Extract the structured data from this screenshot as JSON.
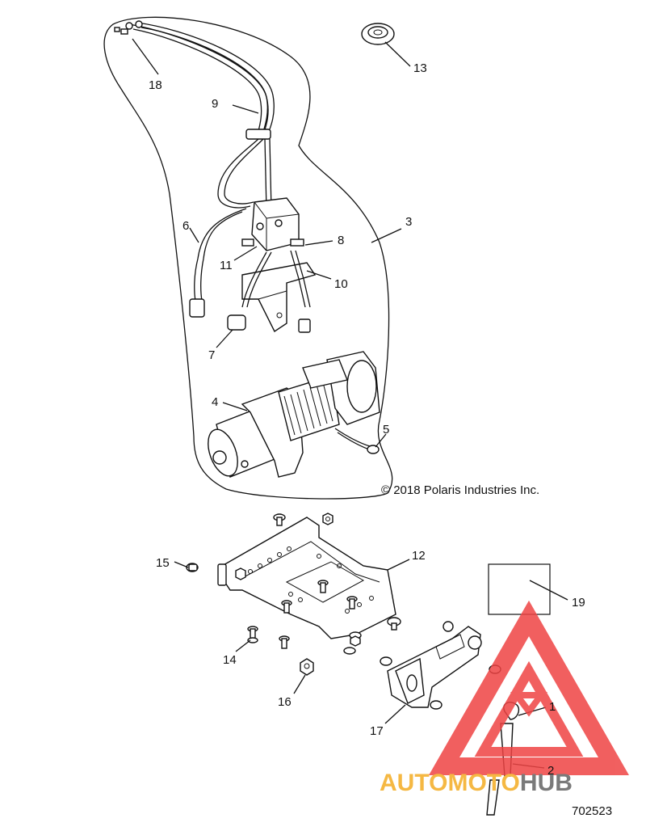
{
  "diagram": {
    "copyright": "© 2018 Polaris Industries Inc.",
    "part_number": "702523",
    "watermark": {
      "text_a": "AUTOMOTO",
      "text_b": "HUB",
      "color_a": "#f5b843",
      "color_b": "#7a7a7a",
      "logo_color": "#ef4444"
    },
    "callouts": [
      {
        "id": "c1",
        "label": "1"
      },
      {
        "id": "c2",
        "label": "2"
      },
      {
        "id": "c3",
        "label": "3"
      },
      {
        "id": "c4",
        "label": "4"
      },
      {
        "id": "c5",
        "label": "5"
      },
      {
        "id": "c6",
        "label": "6"
      },
      {
        "id": "c7",
        "label": "7"
      },
      {
        "id": "c8",
        "label": "8"
      },
      {
        "id": "c9",
        "label": "9"
      },
      {
        "id": "c10",
        "label": "10"
      },
      {
        "id": "c11",
        "label": "11"
      },
      {
        "id": "c12",
        "label": "12"
      },
      {
        "id": "c13",
        "label": "13"
      },
      {
        "id": "c14",
        "label": "14"
      },
      {
        "id": "c15",
        "label": "15"
      },
      {
        "id": "c16",
        "label": "16"
      },
      {
        "id": "c17",
        "label": "17"
      },
      {
        "id": "c18",
        "label": "18"
      },
      {
        "id": "c19",
        "label": "19"
      }
    ]
  }
}
